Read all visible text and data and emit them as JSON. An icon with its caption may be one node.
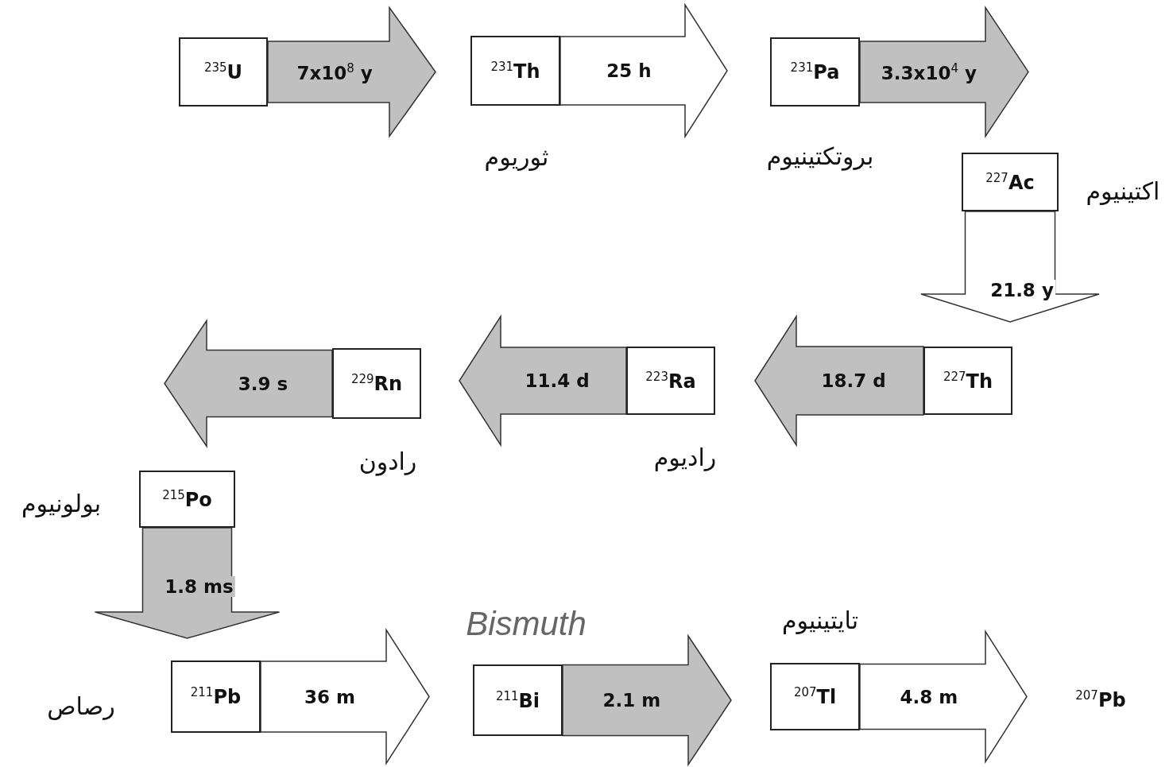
{
  "diagram": {
    "nodes": [
      {
        "text": [
          "$^{235}$U"
        ]
      },
      {
        "text": [
          "$^{231}$Th"
        ],
        "beside": [
          "ثوريوم"
        ]
      },
      {
        "text": [
          "$^{231}$Pa"
        ],
        "beside": [
          "بروتكتينيوم"
        ]
      },
      {
        "text": [
          "$^{227}$Ac"
        ],
        "beside": [
          "اكتينيوم"
        ]
      },
      {
        "text": [
          "$^{227}$Th"
        ]
      },
      {
        "text": [
          "$^{223}$Ra"
        ],
        "beside": [
          "راديوم"
        ]
      },
      {
        "text": [
          "$^{229}$Rn"
        ],
        "beside": [
          "رادون"
        ]
      },
      {
        "text": [
          "$^{215}$Po"
        ],
        "beside": [
          "بولونيوم"
        ]
      },
      {
        "text": [
          "$^{211}$Pb"
        ],
        "beside": [
          "رصاص"
        ]
      },
      {
        "text": [
          "$^{211}$Bi"
        ],
        "beside": [
          "Bismuth"
        ]
      },
      {
        "text": [
          "$^{207}$Tl"
        ],
        "beside": [
          "تايتينيوم"
        ]
      },
      {
        "text": [
          "$^{207}$Pb"
        ]
      }
    ],
    "edges": [
      {
        "from": 0,
        "to": 1,
        "arrow": "to",
        "label": "7x10$^{8}$ y"
      },
      {
        "from": 1,
        "to": 2,
        "arrow": "to",
        "label": "25 h",
        "color": "#ffffff"
      },
      {
        "from": 2,
        "to": 3,
        "arrow": "to",
        "label": "3.3x10$^{4}$ y"
      },
      {
        "from": 3,
        "to": 4,
        "arrow": "to",
        "label": "21.8 y",
        "color": "#ffffff"
      },
      {
        "from": 4,
        "to": 5,
        "arrow": "to",
        "label": "18.7 d"
      },
      {
        "from": 5,
        "to": 6,
        "arrow": "to",
        "label": "11.4 d"
      },
      {
        "from": 6,
        "to": 7,
        "arrow": "to",
        "label": "3.9 s"
      },
      {
        "from": 7,
        "to": 8,
        "arrow": "to",
        "label": "1.8 ms"
      },
      {
        "from": 8,
        "to": 9,
        "arrow": "to",
        "label": "36 m",
        "color": "#ffffff"
      },
      {
        "from": 9,
        "to": 10,
        "arrow": "to",
        "label": "2.1 m"
      },
      {
        "from": 10,
        "to": 11,
        "arrow": "to",
        "label": "4.8 m",
        "color": "#ffffff"
      }
    ]
  }
}
